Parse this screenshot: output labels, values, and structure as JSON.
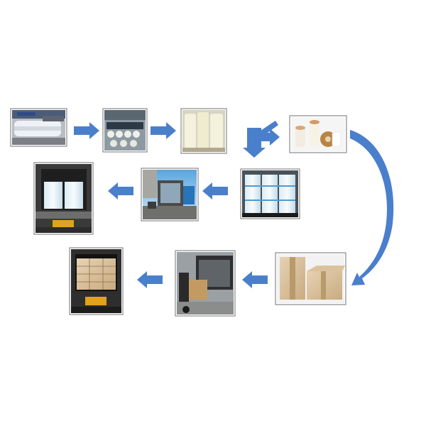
{
  "diagram": {
    "type": "process-flow",
    "nodes": [
      {
        "id": "film-extrusion-line",
        "row": 1,
        "order": 1
      },
      {
        "id": "slitting-machine",
        "row": 1,
        "order": 2
      },
      {
        "id": "film-rolls-stock",
        "row": 1,
        "order": 3
      },
      {
        "id": "finished-small-rolls",
        "row": 1,
        "order": 4
      },
      {
        "id": "pallets-wrapped",
        "row": 2,
        "order": 5
      },
      {
        "id": "truck-loading-yard",
        "row": 2,
        "order": 6
      },
      {
        "id": "container-loaded-pallets",
        "row": 2,
        "order": 7
      },
      {
        "id": "carton-packing",
        "row": 3,
        "order": 8
      },
      {
        "id": "forklift-container-loading",
        "row": 3,
        "order": 9
      },
      {
        "id": "container-loaded-cartons",
        "row": 3,
        "order": 10
      }
    ],
    "edges": [
      [
        "film-extrusion-line",
        "slitting-machine"
      ],
      [
        "slitting-machine",
        "film-rolls-stock"
      ],
      [
        "film-rolls-stock",
        "finished-small-rolls"
      ],
      [
        "finished-small-rolls",
        "carton-packing"
      ],
      [
        "film-rolls-stock",
        "pallets-wrapped"
      ],
      [
        "pallets-wrapped",
        "truck-loading-yard"
      ],
      [
        "truck-loading-yard",
        "container-loaded-pallets"
      ],
      [
        "carton-packing",
        "forklift-container-loading"
      ],
      [
        "forklift-container-loading",
        "container-loaded-cartons"
      ]
    ],
    "colors": {
      "arrow": "#4a7fcb",
      "frame": "#8a8a8a",
      "background": "#ffffff"
    }
  }
}
